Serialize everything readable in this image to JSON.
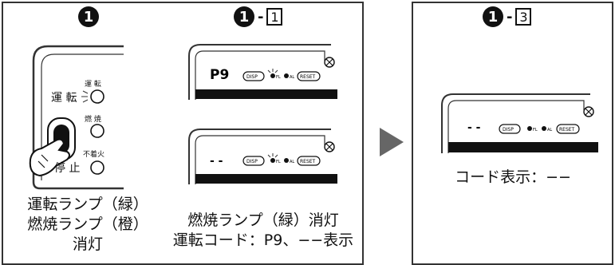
{
  "panels": [
    {
      "step": "1",
      "switch_labels": {
        "run": "運 転",
        "run_lamp": "運 転",
        "burn": "燃 焼",
        "misfire": "不着火",
        "stop": "停 止"
      },
      "caption_lines": [
        "運転ランプ（緑）",
        "燃焼ランプ（橙）",
        "消灯"
      ]
    },
    {
      "step": "1",
      "sub": "1",
      "display_top": {
        "code": "P9",
        "disp": "DISP",
        "fl": "FL",
        "al": "AL",
        "reset": "RESET"
      },
      "display_bottom": {
        "code": "- -",
        "disp": "DISP",
        "fl": "FL",
        "al": "AL",
        "reset": "RESET"
      },
      "caption_lines": [
        "燃焼ランプ（緑）消灯",
        "運転コード：P9、−−表示"
      ]
    },
    {
      "step": "1",
      "sub": "3",
      "display": {
        "code": "- -",
        "disp": "DISP",
        "fl": "FL",
        "al": "AL",
        "reset": "RESET"
      },
      "caption_lines": [
        "コード表示：−−"
      ]
    }
  ],
  "colors": {
    "border": "#333333",
    "arrow": "#666666",
    "lamp_black": "#111111"
  }
}
